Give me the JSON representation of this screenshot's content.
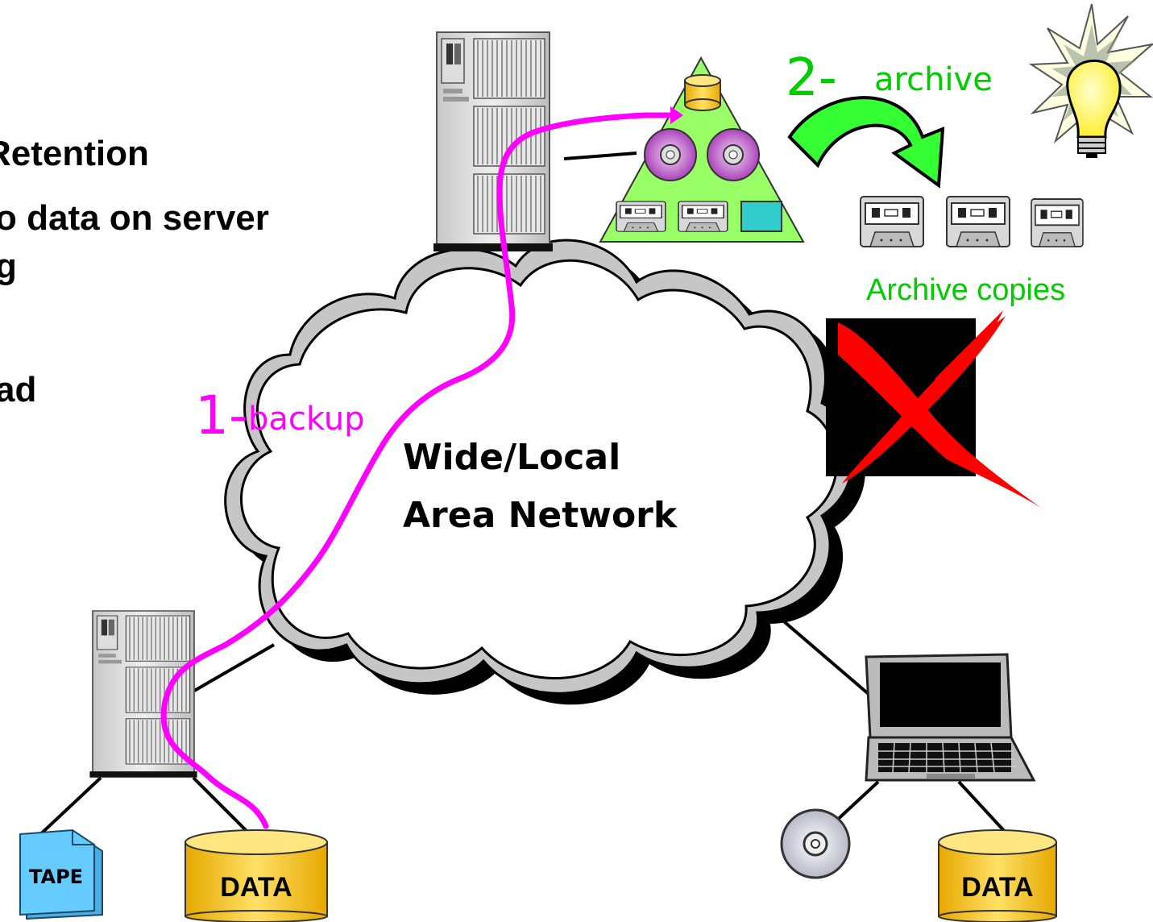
{
  "bullet_lines": [
    "Retention",
    "o data on server",
    "g",
    "ad"
  ],
  "network_label": [
    "Wide/Local",
    "Area Network"
  ],
  "step1": {
    "number": "1-",
    "label": "backup"
  },
  "step2": {
    "number": "2-",
    "label": "archive"
  },
  "archive_copies_label": "Archive copies",
  "tape_label": "TAPE",
  "data_label_left": "DATA",
  "data_label_right": "DATA",
  "colors": {
    "backup_path": "#ff00ff",
    "archive_arrow": "#33ff33",
    "archive_text": "#00cc00",
    "pyramid": "#99ff66",
    "cylinder": "#ffcc00",
    "tape": "#66ccff",
    "x_mark": "#ff0000"
  }
}
